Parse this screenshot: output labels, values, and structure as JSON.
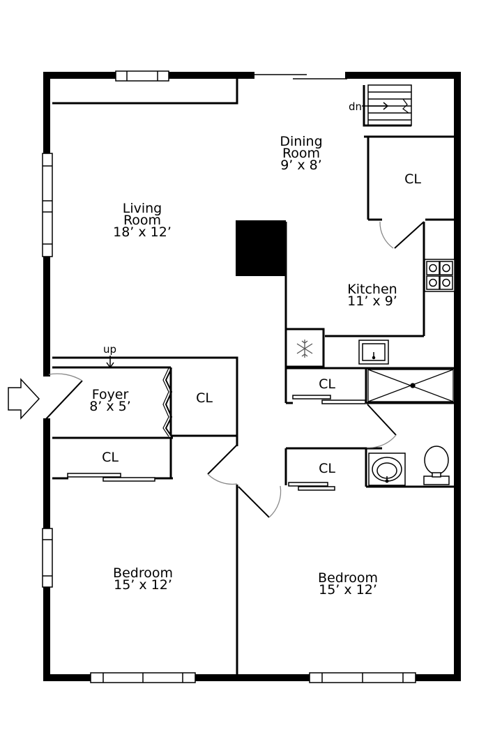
{
  "rooms": {
    "dining": {
      "name_1": "Dining",
      "name_2": "Room",
      "dims": "9’ x 8’"
    },
    "living": {
      "name_1": "Living",
      "name_2": "Room",
      "dims": "18’ x 12’"
    },
    "kitchen": {
      "name": "Kitchen",
      "dims": "11’ x 9’"
    },
    "foyer": {
      "name": "Foyer",
      "dims": "8’ x 5’"
    },
    "bedroom_left": {
      "name": "Bedroom",
      "dims": "15’ x 12’"
    },
    "bedroom_right": {
      "name": "Bedroom",
      "dims": "15’ x 12’"
    }
  },
  "closets": {
    "top_right": "CL",
    "hall_upper": "CL",
    "foyer": "CL",
    "hall_lower": "CL",
    "bedroom_left": "CL"
  },
  "stairs": {
    "down_label": "dn",
    "up_label": "up"
  },
  "icons": [
    "entry-arrow-icon",
    "snowflake-icon",
    "sink-icon",
    "stove-icon",
    "toilet-icon",
    "shower-icon"
  ]
}
